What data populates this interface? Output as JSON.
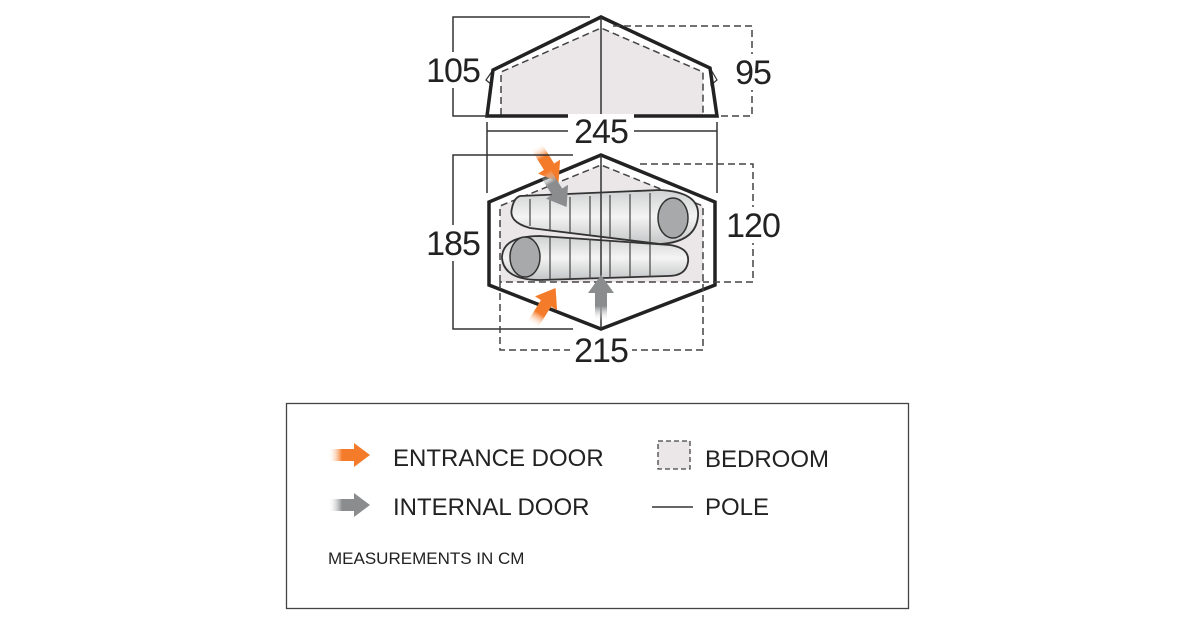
{
  "diagram": {
    "side_view": {
      "height_label": "105",
      "inner_height_label": "95",
      "length_label": "245"
    },
    "floor_plan": {
      "width_label": "185",
      "bedroom_width_label": "120",
      "bedroom_length_label": "215"
    }
  },
  "legend": {
    "entrance_door": "ENTRANCE DOOR",
    "internal_door": "INTERNAL DOOR",
    "bedroom": "BEDROOM",
    "pole": "POLE",
    "note": "MEASUREMENTS IN CM"
  },
  "colors": {
    "entrance": "#f47b2a",
    "internal": "#8a8c8e",
    "bedroom_fill": "#ebe7e8"
  }
}
